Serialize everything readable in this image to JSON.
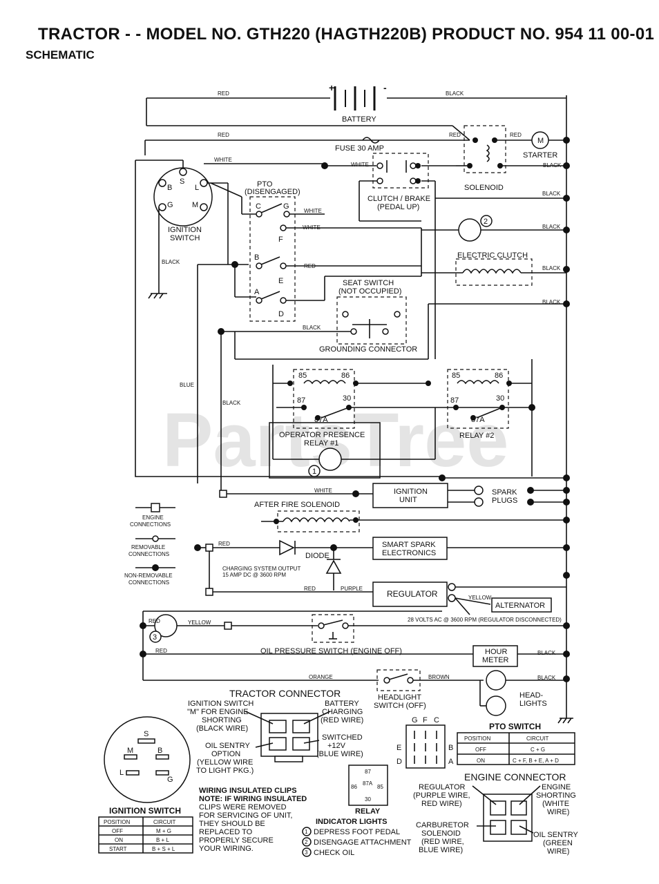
{
  "header": {
    "title": "TRACTOR - - MODEL NO. GTH220 (HAGTH220B) PRODUCT NO. 954 11 00-01",
    "subtitle": "SCHEMATIC"
  },
  "watermark": "PartsTree",
  "battery": {
    "label": "BATTERY",
    "plus": "+",
    "minus": "-"
  },
  "wire_colors": {
    "red": "RED",
    "black": "BLACK",
    "white": "WHITE",
    "blue": "BLUE",
    "yellow": "YELLOW",
    "orange": "ORANGE",
    "brown": "BROWN",
    "purple": "PURPLE"
  },
  "components": {
    "fuse": "FUSE 30 AMP",
    "starter": "STARTER",
    "starter_m": "M",
    "solenoid": "SOLENOID",
    "ignition_switch": [
      "IGNITION",
      "SWITCH"
    ],
    "ign_terms": {
      "b": "B",
      "s": "S",
      "l": "L",
      "g": "G",
      "m": "M"
    },
    "pto": [
      "PTO",
      "(DISENGAGED)"
    ],
    "pto_terms": {
      "c": "C",
      "g": "G",
      "f": "F",
      "b": "B",
      "e": "E",
      "a": "A",
      "d": "D"
    },
    "clutch_brake": [
      "CLUTCH / BRAKE",
      "(PEDAL UP)"
    ],
    "electric_clutch": "ELECTRIC CLUTCH",
    "seat_switch": [
      "SEAT SWITCH",
      "(NOT OCCUPIED)"
    ],
    "grounding_connector": "GROUNDING CONNECTOR",
    "relay_terms": {
      "t85": "85",
      "t86": "86",
      "t87": "87",
      "t30": "30",
      "t87a": "87A"
    },
    "relay1": [
      "OPERATOR PRESENCE",
      "RELAY #1"
    ],
    "relay2": "RELAY #2",
    "ignition_unit": [
      "IGNITION",
      "UNIT"
    ],
    "spark_plugs": [
      "SPARK",
      "PLUGS"
    ],
    "after_fire": "AFTER FIRE SOLENOID",
    "diode": "DIODE",
    "smart_spark": [
      "SMART SPARK",
      "ELECTRONICS"
    ],
    "charging": [
      "CHARGING SYSTEM OUTPUT",
      "15 AMP DC @ 3600 RPM"
    ],
    "regulator": "REGULATOR",
    "alternator": "ALTERNATOR",
    "alternator_note": "28 VOLTS AC @ 3600 RPM (REGULATOR DISCONNECTED)",
    "oil_pressure": "OIL PRESSURE SWITCH (ENGINE OFF)",
    "hour_meter": [
      "HOUR",
      "METER"
    ],
    "headlight_switch": [
      "HEADLIGHT",
      "SWITCH (OFF)"
    ],
    "headlights": [
      "HEAD-",
      "LIGHTS"
    ],
    "circle_refs": [
      "1",
      "2",
      "3"
    ]
  },
  "legend": {
    "engine_connections": [
      "ENGINE",
      "CONNECTIONS"
    ],
    "removable": [
      "REMOVABLE",
      "CONNECTIONS"
    ],
    "non_removable": [
      "NON-REMOVABLE",
      "CONNECTIONS"
    ]
  },
  "tractor_connector": {
    "title": "TRACTOR CONNECTOR",
    "left_top": [
      "IGNITION SWITCH",
      "\"M\" FOR ENGINE",
      "SHORTING",
      "(BLACK WIRE)"
    ],
    "right_top": [
      "BATTERY",
      "CHARGING",
      "(RED WIRE)"
    ],
    "left_bottom": [
      "OIL SENTRY",
      "OPTION",
      "(YELLOW WIRE",
      "TO LIGHT PKG.)"
    ],
    "right_bottom": [
      "SWITCHED",
      "+12V",
      "(BLUE WIRE)"
    ]
  },
  "ignition_switch_table": {
    "title": "IGNITION SWITCH",
    "terms": {
      "s": "S",
      "m": "M",
      "b": "B",
      "l": "L",
      "g": "G"
    },
    "headers": [
      "POSITION",
      "CIRCUIT"
    ],
    "rows": [
      [
        "OFF",
        "M + G"
      ],
      [
        "ON",
        "B + L"
      ],
      [
        "START",
        "B + S + L"
      ]
    ]
  },
  "wiring_note": [
    "WIRING INSULATED CLIPS",
    "NOTE: IF WIRING INSULATED",
    "CLIPS WERE REMOVED",
    "FOR SERVICING OF UNIT,",
    "THEY SHOULD BE",
    "REPLACED TO",
    "PROPERLY SECURE",
    "YOUR WIRING."
  ],
  "relay_diagram": {
    "title": "RELAY",
    "terms": {
      "t87": "87",
      "t87a": "87A",
      "t86": "86",
      "t85": "85",
      "t30": "30"
    }
  },
  "indicator_lights": {
    "title": "INDICATOR LIGHTS",
    "items": [
      [
        "1",
        "DEPRESS FOOT PEDAL"
      ],
      [
        "2",
        "DISENGAGE ATTACHMENT"
      ],
      [
        "3",
        "CHECK OIL"
      ]
    ]
  },
  "pto_switch_table": {
    "title": "PTO SWITCH",
    "cols_top": [
      "G",
      "F",
      "C"
    ],
    "rows_left": [
      "E",
      "D"
    ],
    "rows_right": [
      "B",
      "A"
    ],
    "headers": [
      "POSITION",
      "CIRCUIT"
    ],
    "rows": [
      [
        "OFF",
        "C + G"
      ],
      [
        "ON",
        "C + F, B + E, A + D"
      ]
    ]
  },
  "engine_connector": {
    "title": "ENGINE CONNECTOR",
    "left_top": [
      "REGULATOR",
      "(PURPLE WIRE,",
      "RED WIRE)"
    ],
    "right_top": [
      "ENGINE",
      "SHORTING",
      "(WHITE",
      "WIRE)"
    ],
    "left_bottom": [
      "CARBURETOR",
      "SOLENOID",
      "(RED WIRE,",
      "BLUE WIRE)"
    ],
    "right_bottom": [
      "OIL SENTRY",
      "(GREEN",
      "WIRE)"
    ]
  }
}
